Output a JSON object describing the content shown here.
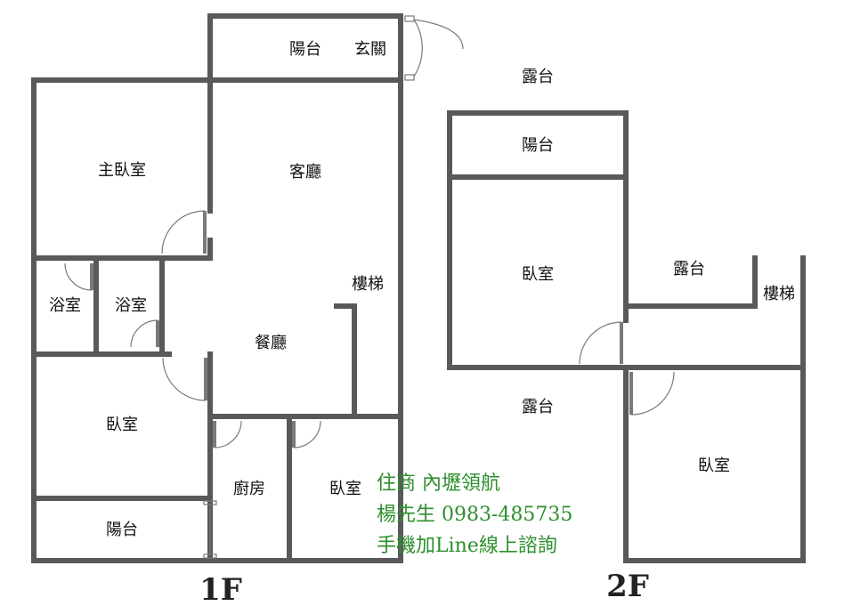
{
  "floor_1f": {
    "label": "1F",
    "rooms": {
      "balcony_top": "陽台",
      "entrance": "玄關",
      "master_bedroom": "主臥室",
      "living_room": "客廳",
      "bathroom_1": "浴室",
      "bathroom_2": "浴室",
      "stairs": "樓梯",
      "dining_room": "餐廳",
      "bedroom_left": "臥室",
      "kitchen": "廚房",
      "bedroom_right": "臥室",
      "balcony_bottom": "陽台"
    }
  },
  "floor_2f": {
    "label": "2F",
    "rooms": {
      "terrace_top": "露台",
      "balcony": "陽台",
      "bedroom_left": "臥室",
      "terrace_middle": "露台",
      "stairs": "樓梯",
      "terrace_bottom": "露台",
      "bedroom_right": "臥室"
    }
  },
  "advert": {
    "line1": "住商 內壢領航",
    "line2": "楊先生 0983-485735",
    "line3": "手機加Line線上諮詢"
  },
  "colors": {
    "wall": "#595959",
    "door": "#7a7a7a",
    "advert_text": "#2e8f2e"
  }
}
